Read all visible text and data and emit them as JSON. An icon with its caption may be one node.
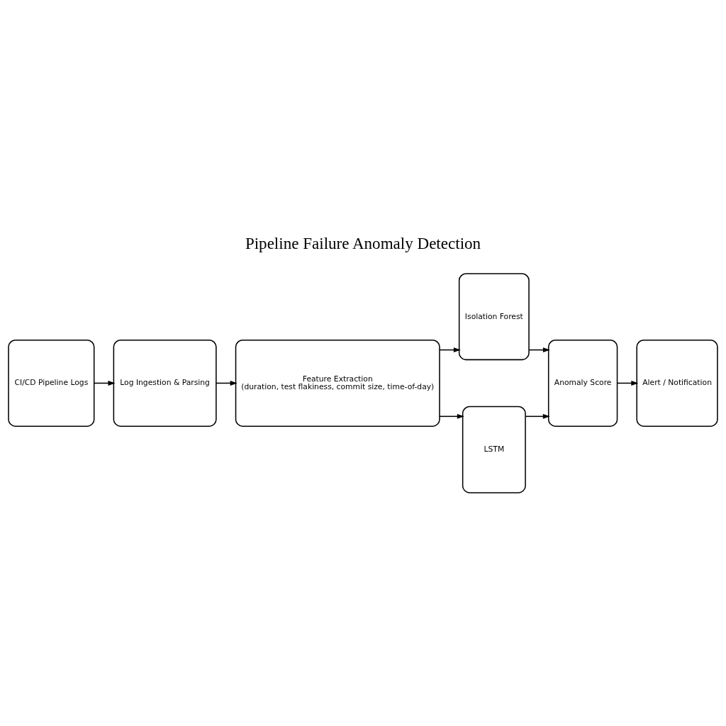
{
  "diagram": {
    "title": "Pipeline Failure Anomaly Detection",
    "nodes": [
      {
        "text": [
          "CI/CD Pipeline Logs"
        ]
      },
      {
        "text": [
          "Log Ingestion & Parsing"
        ]
      },
      {
        "text": [
          "Feature Extraction",
          "(duration, test flakiness, commit size, time-of-day)"
        ]
      },
      {
        "text": [
          "Isolation Forest"
        ]
      },
      {
        "text": [
          "LSTM"
        ]
      },
      {
        "text": [
          "Anomaly Score"
        ]
      },
      {
        "text": [
          "Alert / Notification"
        ]
      }
    ],
    "edges": [
      {
        "from": 0,
        "to": 1,
        "arrow": "to"
      },
      {
        "from": 1,
        "to": 2,
        "arrow": "to"
      },
      {
        "from": 2,
        "to": 3,
        "arrow": "to"
      },
      {
        "from": 2,
        "to": 4,
        "arrow": "to"
      },
      {
        "from": 3,
        "to": 5,
        "arrow": "to"
      },
      {
        "from": 4,
        "to": 5,
        "arrow": "to"
      },
      {
        "from": 5,
        "to": 6,
        "arrow": "to"
      }
    ]
  }
}
